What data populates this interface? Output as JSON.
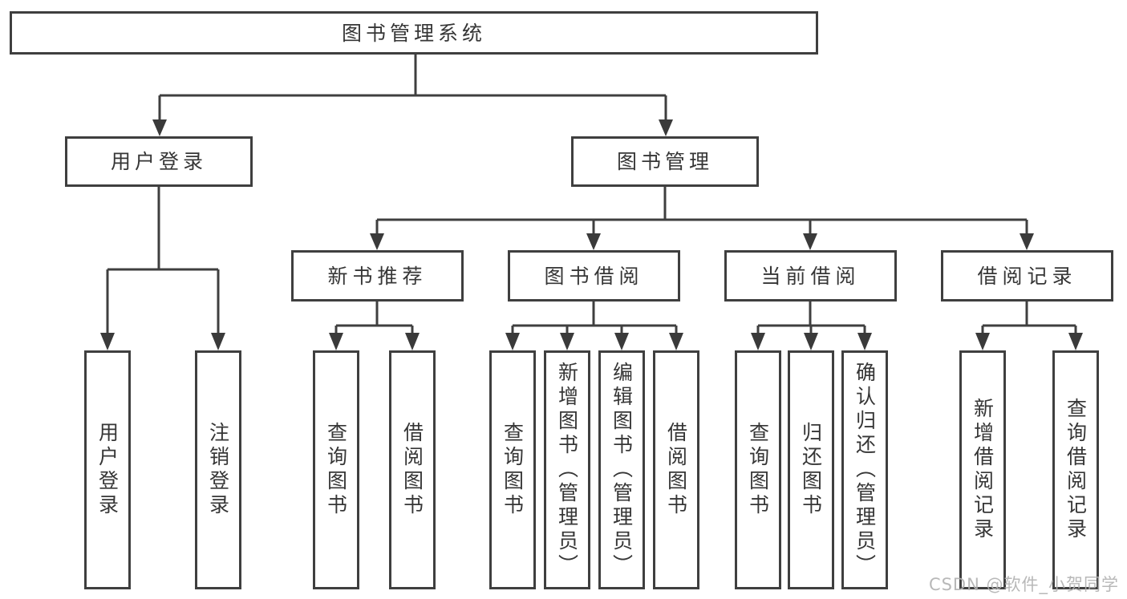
{
  "diagram": {
    "root": "图书管理系统",
    "level2": [
      "用户登录",
      "图书管理"
    ],
    "level3": [
      "新书推荐",
      "图书借阅",
      "当前借阅",
      "借阅记录"
    ],
    "leaves": [
      "用户登录",
      "注销登录",
      "查询图书",
      "借阅图书",
      "查询图书",
      "新增图书（管理员）",
      "编辑图书（管理员）",
      "借阅图书",
      "查询图书",
      "归还图书",
      "确认归还（管理员）",
      "新增借阅记录",
      "查询借阅记录"
    ]
  },
  "watermark": {
    "text": "CSDN @软件_小贺同学"
  },
  "colors": {
    "line": "#3f3f3f",
    "text": "#363636",
    "watermark": "#b0b0b0",
    "background": "#ffffff"
  }
}
